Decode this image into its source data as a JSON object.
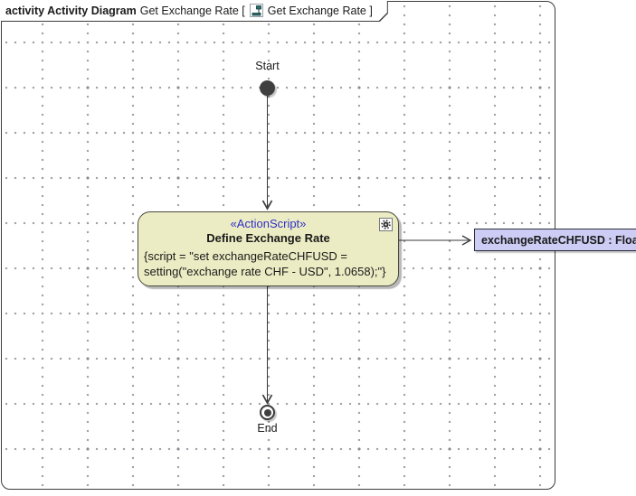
{
  "frame": {
    "title": {
      "keyword": "activity Activity Diagram",
      "name_part": "Get Exchange Rate [",
      "context_part": "Get Exchange Rate ]",
      "icon": "activity-diagram-icon"
    }
  },
  "nodes": {
    "start": {
      "label": "Start",
      "type": "initial-node"
    },
    "action": {
      "stereotype": "«ActionScript»",
      "name": "Define Exchange Rate",
      "script_lines": [
        "{script = \"set exchangeRateCHFUSD =",
        "setting(\"exchange rate CHF - USD\", 1.0658);\"}"
      ],
      "icon": "behavior-gear-icon"
    },
    "object": {
      "label": "exchangeRateCHFUSD : Float",
      "type": "object-node"
    },
    "end": {
      "label": "End",
      "type": "activity-final-node"
    }
  },
  "edges": [
    {
      "from": "start",
      "to": "action"
    },
    {
      "from": "action",
      "to": "object"
    },
    {
      "from": "action",
      "to": "end"
    }
  ],
  "colors": {
    "action_node_fill": "#ececc4",
    "object_node_fill": "#ccccf4",
    "stereotype_text": "#2e2ec8",
    "edge_stroke": "#3a3a3a",
    "grid_dot": "#9a9aa2",
    "frame_border": "#3c3c3c"
  }
}
